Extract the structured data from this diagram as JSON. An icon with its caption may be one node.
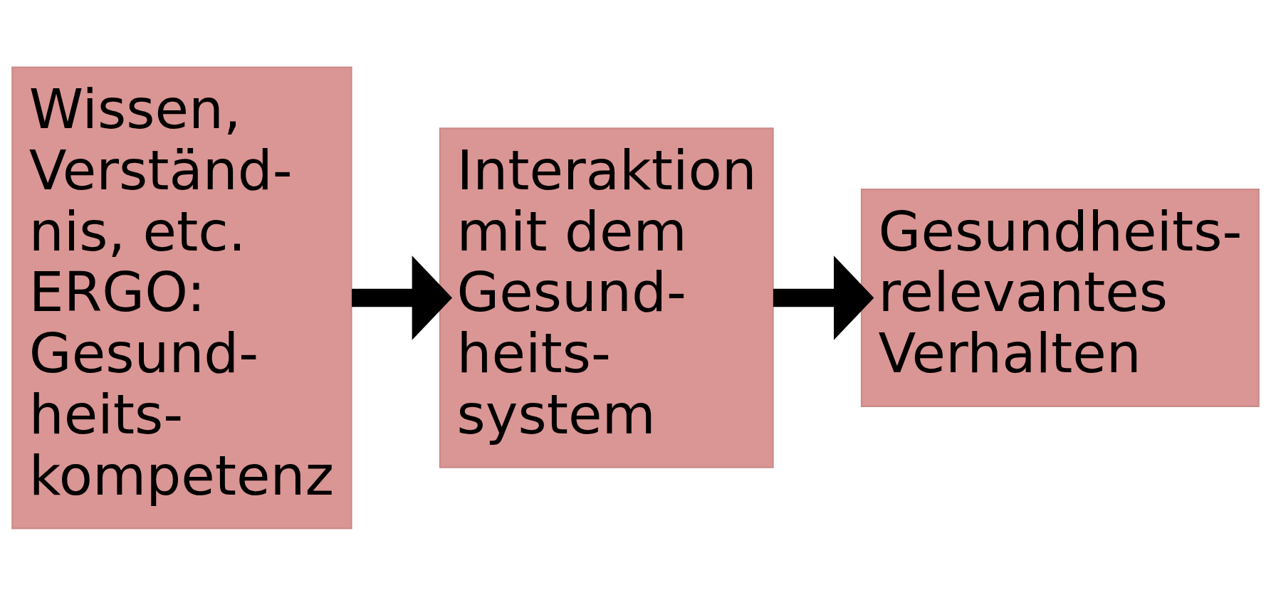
{
  "diagram": {
    "nodes": [
      {
        "text": [
          "Wissen, Verständ- nis, etc. ERGO: Gesund- heits- kompetenz"
        ]
      },
      {
        "text": [
          "Interaktion mit dem Gesund- heits- system"
        ]
      },
      {
        "text": [
          "Gesundheits- relevantes Verhalten"
        ]
      }
    ],
    "edges": [
      {
        "from": 0,
        "to": 1,
        "arrow": "to"
      },
      {
        "from": 1,
        "to": 2,
        "arrow": "to"
      }
    ]
  }
}
